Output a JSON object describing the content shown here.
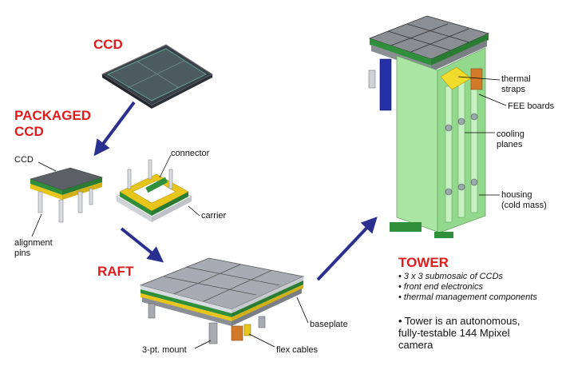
{
  "titles": {
    "ccd": "CCD",
    "packaged_line1": "PACKAGED",
    "packaged_line2": "CCD",
    "raft": "RAFT",
    "tower": "TOWER"
  },
  "labels": {
    "ccd_small": "CCD",
    "connector": "connector",
    "carrier": "carrier",
    "alignment_line1": "alignment",
    "alignment_line2": "pins",
    "baseplate": "baseplate",
    "mount": "3-pt. mount",
    "flex_cables": "flex cables",
    "thermal_line1": "thermal",
    "thermal_line2": "straps",
    "fee_boards": "FEE boards",
    "cooling_line1": "cooling",
    "cooling_line2": "planes",
    "housing_line1": "housing",
    "housing_line2": "(cold mass)"
  },
  "tower_bullets": [
    "• 3 x 3 submosaic of CCDs",
    "• front end electronics",
    "• thermal management components"
  ],
  "tower_desc": [
    "• Tower is an autonomous,",
    "fully-testable 144 Mpixel",
    "camera"
  ],
  "colors": {
    "title_red": "#e11b1b",
    "arrow_blue": "#2b2f8f",
    "green_board": "#2f8f3a",
    "yellow_carrier": "#e8c51b",
    "housing_green": "#a9e6a4",
    "sensor_gray": "#9fa3ab"
  }
}
